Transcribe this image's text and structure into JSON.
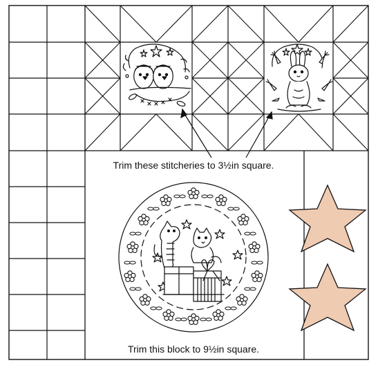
{
  "labels": {
    "top_note": "Trim these stitcheries to 3½in square.",
    "bottom_note": "Trim this block to 9½in square."
  },
  "colors": {
    "line": "#111111",
    "star_fill": "#efcbb2",
    "background": "#ffffff"
  },
  "icons": {
    "left_stitchery": "birds-in-wreath-motif",
    "right_stitchery": "bunny-with-carrots-motif",
    "center_stitchery": "cat-on-gift-boxes-floral-wreath-motif",
    "appliques": "five-point-star"
  }
}
